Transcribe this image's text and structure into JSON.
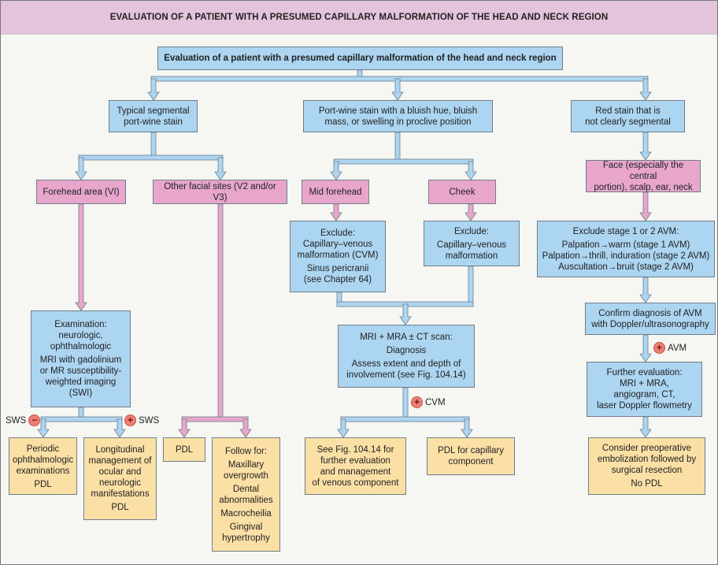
{
  "title": "EVALUATION OF A PATIENT WITH A PRESUMED CAPILLARY MALFORMATION OF THE HEAD AND NECK REGION",
  "colors": {
    "blue_box": "#acd5f1",
    "pink_box": "#e8a6cc",
    "yellow_box": "#fbe0a6",
    "title_bg": "#e4c3dd",
    "sign_badge": "#ef7f74"
  },
  "root": "Evaluation of a patient with a presumed capillary malformation of the head and neck region",
  "branches": {
    "left": {
      "header": [
        "Typical segmental",
        "port-wine stain"
      ],
      "forehead": "Forehead area (VI)",
      "other_sites": "Other facial sites (V2 and/or V3)",
      "examination": [
        "Examination:",
        "neurologic,",
        "ophthalmologic",
        "MRI with gadolinium",
        "or MR susceptibility-",
        "weighted imaging",
        "(SWI)"
      ],
      "sws_negative": {
        "label": "SWS",
        "sign": "−"
      },
      "sws_positive": {
        "label": "SWS",
        "sign": "+"
      },
      "periodic": [
        "Periodic",
        "ophthalmologic",
        "examinations",
        "PDL"
      ],
      "longitudinal": [
        "Longitudinal",
        "management of",
        "ocular and",
        "neurologic",
        "manifestations",
        "PDL"
      ],
      "pdl": "PDL",
      "follow_for": [
        "Follow for:",
        "Maxillary",
        "overgrowth",
        "Dental",
        "abnormalities",
        "Macrocheilia",
        "Gingival",
        "hypertrophy"
      ]
    },
    "middle": {
      "header": [
        "Port-wine stain with a bluish hue, bluish",
        "mass, or swelling in proclive position"
      ],
      "mid_forehead": "Mid forehead",
      "cheek": "Cheek",
      "exclude_mid": [
        "Exclude:",
        "Capillary–venous",
        "malformation (CVM)",
        "Sinus pericranii",
        "(see Chapter 64)"
      ],
      "exclude_cheek": [
        "Exclude:",
        "Capillary–venous",
        "malformation"
      ],
      "mri": [
        "MRI + MRA ± CT scan:",
        "Diagnosis",
        "Assess extent and depth of",
        "involvement (see Fig. 104.14)"
      ],
      "cvm_positive": {
        "label": "CVM",
        "sign": "+"
      },
      "see_fig": [
        "See Fig. 104.14 for",
        "further evaluation",
        "and management",
        "of venous component"
      ],
      "pdl_capillary": [
        "PDL for capillary",
        "component"
      ]
    },
    "right": {
      "header": [
        "Red stain that is",
        "not clearly segmental"
      ],
      "face": [
        "Face (especially the central",
        "portion), scalp, ear, neck"
      ],
      "exclude_avm": [
        "Exclude stage 1 or 2 AVM:",
        "Palpation→warm (stage 1 AVM)",
        "Palpation→thrill, induration (stage 2 AVM)",
        "Auscultation→bruit (stage 2 AVM)"
      ],
      "confirm": [
        "Confirm diagnosis of AVM",
        "with Doppler/ultrasonography"
      ],
      "avm_positive": {
        "label": "AVM",
        "sign": "+"
      },
      "further": [
        "Further evaluation:",
        "MRI + MRA,",
        "angiogram, CT,",
        "laser Doppler flowmetry"
      ],
      "consider": [
        "Consider preoperative",
        "embolization followed by",
        "surgical resection",
        "No PDL"
      ]
    }
  }
}
